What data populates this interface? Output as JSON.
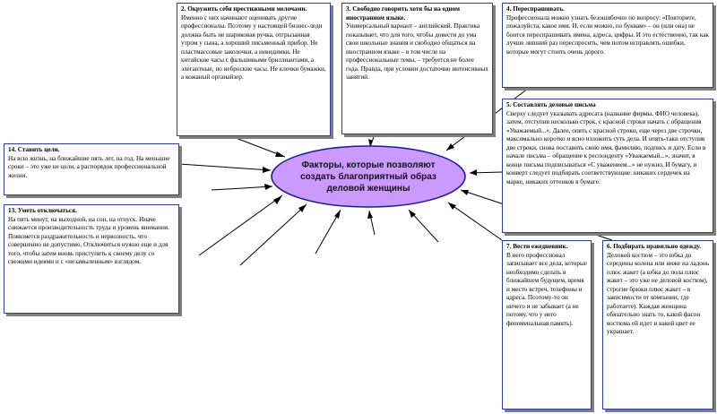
{
  "diagram": {
    "center_title": "Факторы, которые позволяют создать благоприятный образ деловой женщины",
    "colors": {
      "ellipse_fill": "#cc99ff",
      "ellipse_border": "#1a1aa0",
      "box_border": "#2f3e9e"
    },
    "boxes": {
      "b2": {
        "title": "2. Окружить себя престижными мелочами.",
        "body": "Именно с них начинают оценивать другие профессионалы. Поэтому у настоящей бизнес-леди должна быть не шариковая ручка, отгрызанная утром у сына, а хороший письменный прибор. Не пластмассовые заколочки, а невидимки. Не китайские часы с фальшивыми бриллиантами, а элегантные, но неброские часы. Не клочки бумажки, а кожаный органайзер."
      },
      "b3": {
        "title": "3. Свободно говорить хотя бы на одном иностранном языке.",
        "body": "Универсальный вариант – английский. Практика показывает, что для того, чтобы довести до ума свои школьные знания и свободно общаться на иностранном языке – в том числе на профессиональные темы, – требуется не более года. Правда, при условии достаточно интенсивных занятий."
      },
      "b4": {
        "title": "4. Переспрашивать.",
        "body": "Профессионала можно узнать безошибочно по вопросу: «Повторите, пожалуйста, какое имя. И, если можно, по буквам» – он (или она) не боится переспрашивать имена, адреса, цифры. И это естественно, так как лучше лишний раз переспросить, чем потом исправлять ошибки, которые могут стоить очень дорого."
      },
      "b5": {
        "title": "5. Составлять деловые письма",
        "body": "Сверху следует указывать адресата (название фирмы, ФИО человека), затем, отступив несколько строк, с красной строки начать с обращения «Уважаемый...». Далее, опять с красной строки, еще через две строчки, максимально коротко и ясно изложить суть дела. И опять-таки отступив две строки, снова поставить свою имя, фамилию, подпись и дату. Если в начале письма – обращение к респонденту «Уважаемый...», значит, в конце письма подписываться «С уважением...» не нужно. И бумагу, и конверт следует подбирать соответствующие: никаких сердечек на марке, никаких оттенков в бумаге."
      },
      "b6": {
        "title": "6. Подбирать правильно одежду.",
        "body": "Деловой костюм – это юбка до середины колена или ниже на ладонь плюс жакет (а юбка до пола плюс жакет – это уже не деловой костюм), строгие брюки плюс жакет – в зависимости от компании, где работаете). Каждая женщина обязательно знать то, какой фасон костюма ей идет и какой цвет ее украшает."
      },
      "b7": {
        "title": "7. Вести ежедневник.",
        "body": "В него профессионал записывает все дела, которые необходимо сделать в ближайшем будущем, время и место встреч, телефоны и адреса. Поэтому-то он ничего и не забывает (а не потому, что у него феноменальная память)."
      },
      "b13": {
        "title": "13. Уметь отключаться.",
        "body": "На пять минут, на выходной, на сон, на отпуск. Иначе снижается производительность труда и уровень внимания. Появляется раздражительность и нервозность, что совершенно не допустимо. Отключиться нужно еще и для того, чтобы затем вновь приступить к своему делу со свежими идеями и с «незамыленным» взглядом."
      },
      "b14": {
        "title": "14. Ставить цели.",
        "body": "На всю жизнь, на ближайшие пять лет, на год. На меньшие сроки – это уже не цели, а распорядок профессиональной жизни."
      }
    }
  }
}
